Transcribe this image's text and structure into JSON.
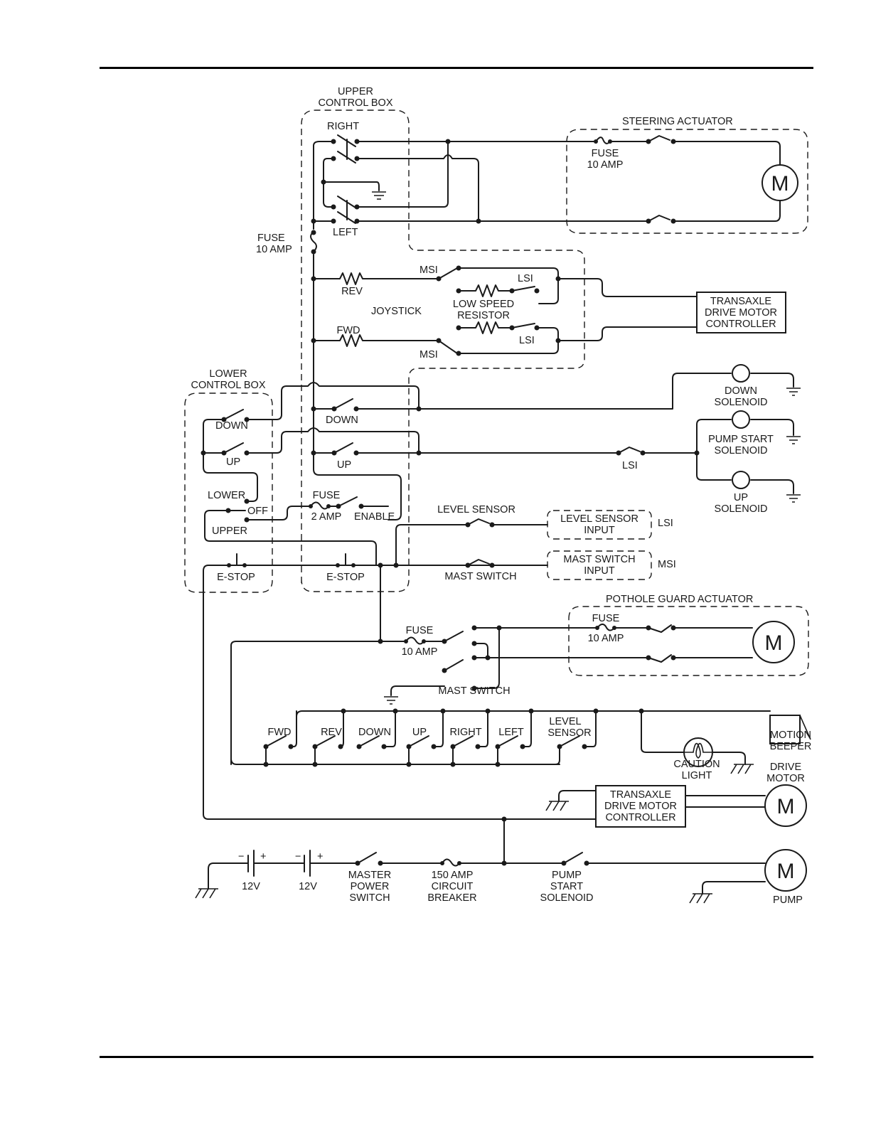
{
  "page": {
    "header_rule": true,
    "footer_rule": true
  },
  "upper_control_box": {
    "title_line1": "UPPER",
    "title_line2": "CONTROL BOX",
    "right_label": "RIGHT",
    "left_label": "LEFT",
    "fuse_line1": "FUSE",
    "fuse_line2": "10  AMP",
    "down_label": "DOWN",
    "up_label": "UP",
    "fuse2_line1": "FUSE",
    "fuse2_line2": "2 AMP",
    "enable_label": "ENABLE",
    "estop_label": "E-STOP"
  },
  "steering_actuator": {
    "title": "STEERING  ACTUATOR",
    "fuse_line1": "FUSE",
    "fuse_line2": "10  AMP",
    "motor": "M"
  },
  "joystick": {
    "title": "JOYSTICK",
    "rev": "REV",
    "fwd": "FWD",
    "msi_top": "MSI",
    "msi_bottom": "MSI",
    "lsi_top": "LSI",
    "lsi_bottom": "LSI",
    "resistor_line1": "LOW  SPEED",
    "resistor_line2": "RESISTOR"
  },
  "transaxle_top": {
    "line1": "TRANSAXLE",
    "line2": "DRIVE  MOTOR",
    "line3": "CONTROLLER"
  },
  "solenoids": {
    "down_line1": "DOWN",
    "down_line2": "SOLENOID",
    "pump_line1": "PUMP  START",
    "pump_line2": "SOLENOID",
    "up_line1": "UP",
    "up_line2": "SOLENOID",
    "lsi": "LSI"
  },
  "lower_control_box": {
    "title_line1": "LOWER",
    "title_line2": "CONTROL BOX",
    "down_label": "DOWN",
    "up_label": "UP",
    "lower": "LOWER",
    "off": "OFF",
    "upper": "UPPER",
    "estop_label": "E-STOP"
  },
  "inputs": {
    "level_sensor": "LEVEL  SENSOR",
    "level_input_line1": "LEVEL  SENSOR",
    "level_input_line2": "INPUT",
    "level_tag": "LSI",
    "mast_switch": "MAST  SWITCH",
    "mast_input_line1": "MAST  SWITCH",
    "mast_input_line2": "INPUT",
    "mast_tag": "MSI"
  },
  "pothole_guard": {
    "title": "POTHOLE  GUARD  ACTUATOR",
    "fuse_line1": "FUSE",
    "fuse_line2": "10  AMP",
    "inner_fuse_line1": "FUSE",
    "inner_fuse_line2": "10  AMP",
    "mast_switch": "MAST  SWITCH",
    "motor": "M"
  },
  "switch_bank": {
    "switches": [
      "FWD",
      "REV",
      "DOWN",
      "UP",
      "RIGHT",
      "LEFT"
    ],
    "level_line1": "LEVEL",
    "level_line2": "SENSOR"
  },
  "alarms": {
    "caution_line1": "CAUTION",
    "caution_line2": "LIGHT",
    "beeper_line1": "MOTION",
    "beeper_line2": "BEEPER"
  },
  "drive": {
    "motor_line1": "DRIVE",
    "motor_line2": "MOTOR",
    "motor": "M",
    "ctrl_line1": "TRANSAXLE",
    "ctrl_line2": "DRIVE  MOTOR",
    "ctrl_line3": "CONTROLLER"
  },
  "power": {
    "battery1": "12V",
    "battery2": "12V",
    "minus": "−",
    "plus": "+",
    "master_line1": "MASTER",
    "master_line2": "POWER",
    "master_line3": "SWITCH",
    "breaker_line1": "150  AMP",
    "breaker_line2": "CIRCUIT",
    "breaker_line3": "BREAKER",
    "pump_sol_line1": "PUMP",
    "pump_sol_line2": "START",
    "pump_sol_line3": "SOLENOID",
    "pump_motor": "M",
    "pump_label": "PUMP"
  }
}
